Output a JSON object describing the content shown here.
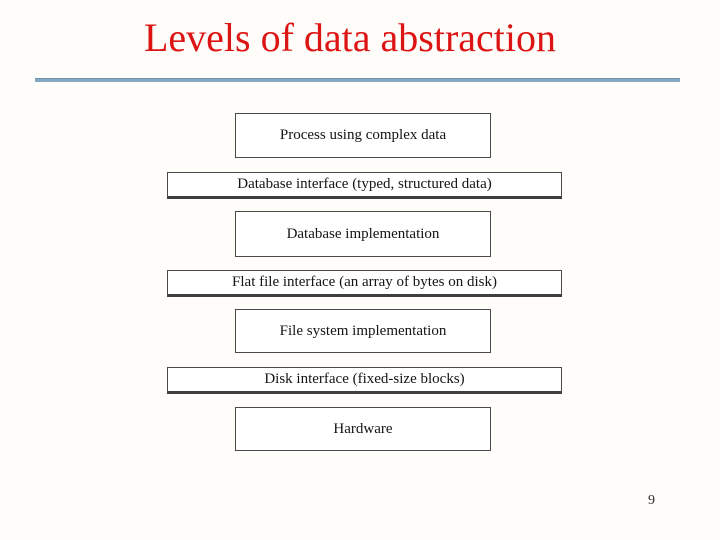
{
  "slide": {
    "title": "Levels of data abstraction",
    "page_number": "9",
    "colors": {
      "title_red": "#dd1414",
      "divider_blue": "#84a7c3",
      "box_border": "#4a4a4a",
      "box_shadow_bottom": "#3f3f3f",
      "background": "#fffdfa"
    }
  },
  "diagram": {
    "boxes": [
      {
        "label": "Process using complex data",
        "size": "narrow"
      },
      {
        "label": "Database interface (typed, structured data)",
        "size": "wide"
      },
      {
        "label": "Database implementation",
        "size": "narrow"
      },
      {
        "label": "Flat file interface (an array of bytes on disk)",
        "size": "wide"
      },
      {
        "label": "File system implementation",
        "size": "narrow"
      },
      {
        "label": "Disk interface (fixed-size blocks)",
        "size": "wide"
      },
      {
        "label": "Hardware",
        "size": "narrow"
      }
    ]
  }
}
